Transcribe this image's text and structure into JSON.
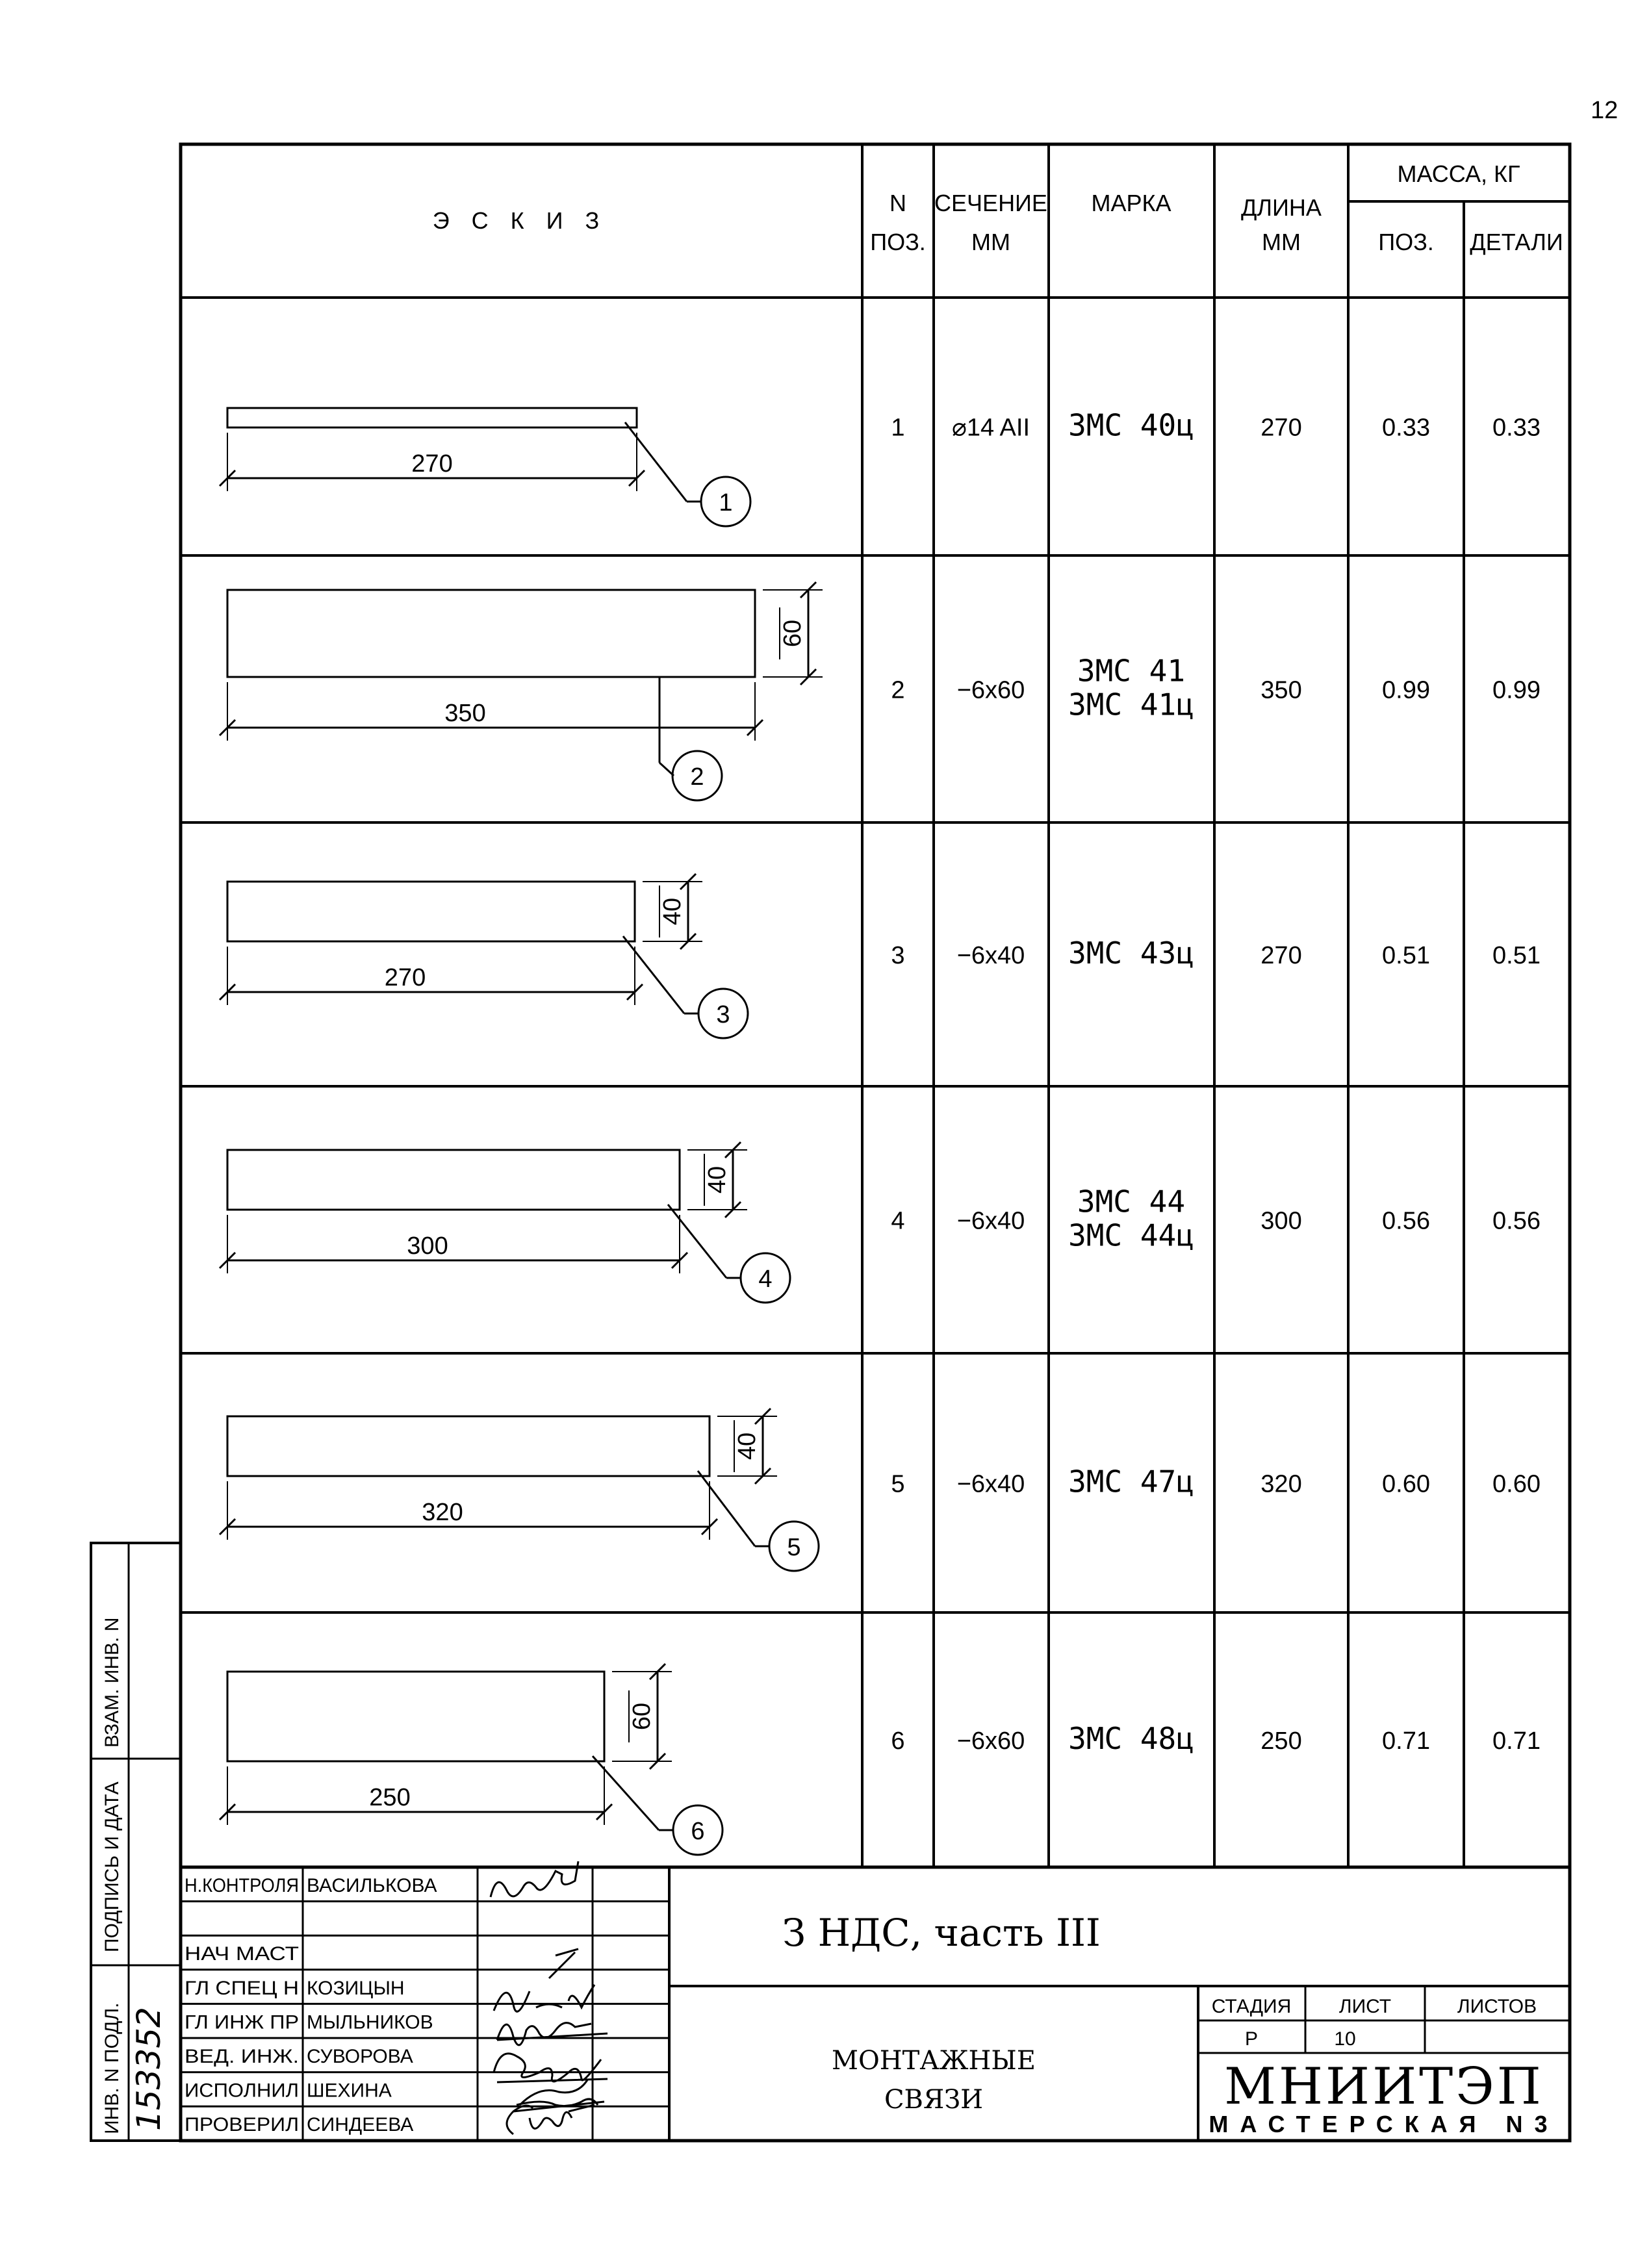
{
  "page_number": "12",
  "header": {
    "sketch": "Э С К И З",
    "pos_no_line1": "N",
    "pos_no_line2": "ПОЗ.",
    "section_line1": "СЕЧЕНИЕ",
    "section_line2": "ММ",
    "mark": "МАРКА",
    "length_line1": "ДЛИНА",
    "length_line2": "ММ",
    "mass": "МАССА, КГ",
    "mass_pos": "ПОЗ.",
    "mass_detail": "ДЕТАЛИ"
  },
  "rows": [
    {
      "pos": "1",
      "section": "⌀14 AII",
      "marks": [
        "ЗМС 40ц"
      ],
      "length": "270",
      "mass_pos": "0.33",
      "mass_detail": "0.33",
      "dim_length": "270",
      "dim_height": "",
      "balloon": "1"
    },
    {
      "pos": "2",
      "section": "−6x60",
      "marks": [
        "ЗМС 41",
        "ЗМС 41ц"
      ],
      "length": "350",
      "mass_pos": "0.99",
      "mass_detail": "0.99",
      "dim_length": "350",
      "dim_height": "60",
      "balloon": "2"
    },
    {
      "pos": "3",
      "section": "−6x40",
      "marks": [
        "ЗМС 43ц"
      ],
      "length": "270",
      "mass_pos": "0.51",
      "mass_detail": "0.51",
      "dim_length": "270",
      "dim_height": "40",
      "balloon": "3"
    },
    {
      "pos": "4",
      "section": "−6x40",
      "marks": [
        "ЗМС 44",
        "ЗМС 44ц"
      ],
      "length": "300",
      "mass_pos": "0.56",
      "mass_detail": "0.56",
      "dim_length": "300",
      "dim_height": "40",
      "balloon": "4"
    },
    {
      "pos": "5",
      "section": "−6x40",
      "marks": [
        "ЗМС 47ц"
      ],
      "length": "320",
      "mass_pos": "0.60",
      "mass_detail": "0.60",
      "dim_length": "320",
      "dim_height": "40",
      "balloon": "5"
    },
    {
      "pos": "6",
      "section": "−6x60",
      "marks": [
        "ЗМС 48ц"
      ],
      "length": "250",
      "mass_pos": "0.71",
      "mass_detail": "0.71",
      "dim_length": "250",
      "dim_height": "60",
      "balloon": "6"
    }
  ],
  "side_stamp": {
    "vzam_inv": "ВЗАМ. ИНВ. N",
    "podpis_data": "ПОДПИСЬ И ДАТА",
    "inv_podl": "ИНВ. N ПОДЛ.",
    "inv_number": "153352"
  },
  "title_block": {
    "roles": [
      {
        "role": "Н.КОНТРОЛЯ",
        "name": "ВАСИЛЬКОВА"
      },
      {
        "role": "",
        "name": ""
      },
      {
        "role": "НАЧ МАСТ",
        "name": ""
      },
      {
        "role": "ГЛ СПЕЦ Н",
        "name": "КОЗИЦЫН"
      },
      {
        "role": "ГЛ ИНЖ ПР",
        "name": "МЫЛЬНИКОВ"
      },
      {
        "role": "ВЕД. ИНЖ.",
        "name": "СУВОРОВА"
      },
      {
        "role": "ИСПОЛНИЛ",
        "name": "ШЕХИНА"
      },
      {
        "role": "ПРОВЕРИЛ",
        "name": "СИНДЕЕВА"
      }
    ],
    "project": "З НДС, часть III",
    "drawing_name_line1": "МОНТАЖНЫЕ",
    "drawing_name_line2": "СВЯЗИ",
    "stage_label": "СТАДИЯ",
    "sheet_label": "ЛИСТ",
    "sheets_label": "ЛИСТОВ",
    "stage_value": "Р",
    "sheet_value": "10",
    "sheets_value": "",
    "organization": "МНИИТЭП",
    "workshop": "МАСТЕРСКАЯ N3"
  }
}
